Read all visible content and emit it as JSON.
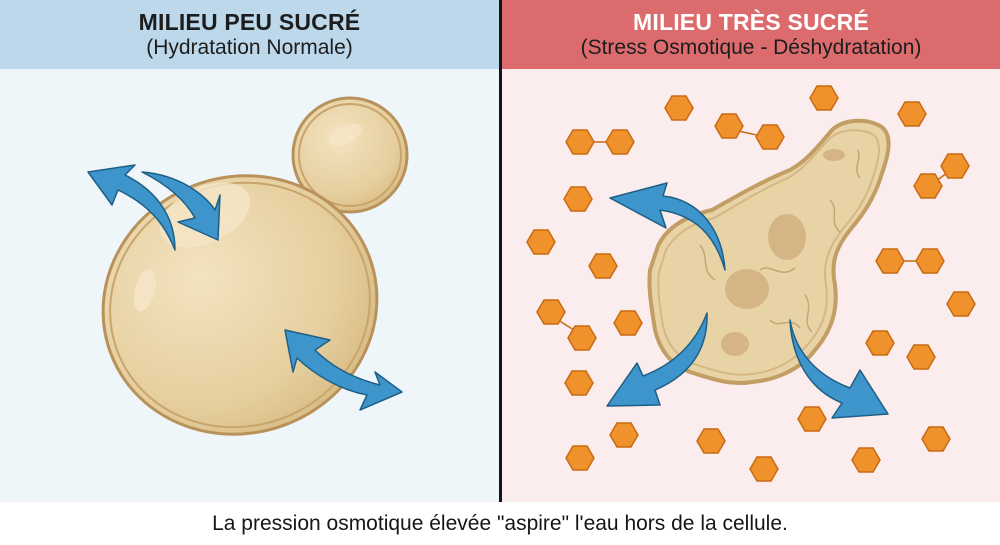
{
  "left_panel": {
    "title": "MILIEU PEU SUCRÉ",
    "subtitle": "(Hydratation Normale)",
    "header_color": "#bcd8ea",
    "background_color": "#eef6fa",
    "illustration": "budding yeast cell, round and hydrated, with bidirectional water-flow arrows",
    "icons": [
      "yeast-cell-icon",
      "water-flow-arrow-icon"
    ]
  },
  "right_panel": {
    "title": "MILIEU TRÈS SUCRÉ",
    "subtitle": "(Stress Osmotique - Déshydratation)",
    "header_color": "#dc6b6e",
    "background_color": "#fbeced",
    "illustration": "shrunken, wrinkled yeast cell surrounded by sugar molecules, water arrows pointing outward",
    "icons": [
      "shrunken-cell-icon",
      "water-outflow-arrow-icon",
      "sugar-molecule-icon"
    ]
  },
  "caption": "La pression osmotique élevée \"aspire\" l'eau hors de la cellule.",
  "colors": {
    "arrow": "#3d95cc",
    "cell": "#e8d3a6",
    "cell_outline": "#c29d64",
    "sugar": "#f0922b",
    "sugar_outline": "#c76a12",
    "divider": "#141414"
  }
}
